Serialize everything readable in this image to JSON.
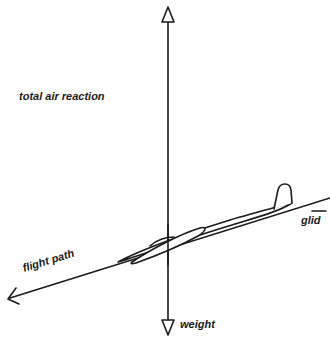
{
  "diagram": {
    "labels": [
      "total air reaction",
      "flight path",
      "glid",
      "weight"
    ]
  }
}
